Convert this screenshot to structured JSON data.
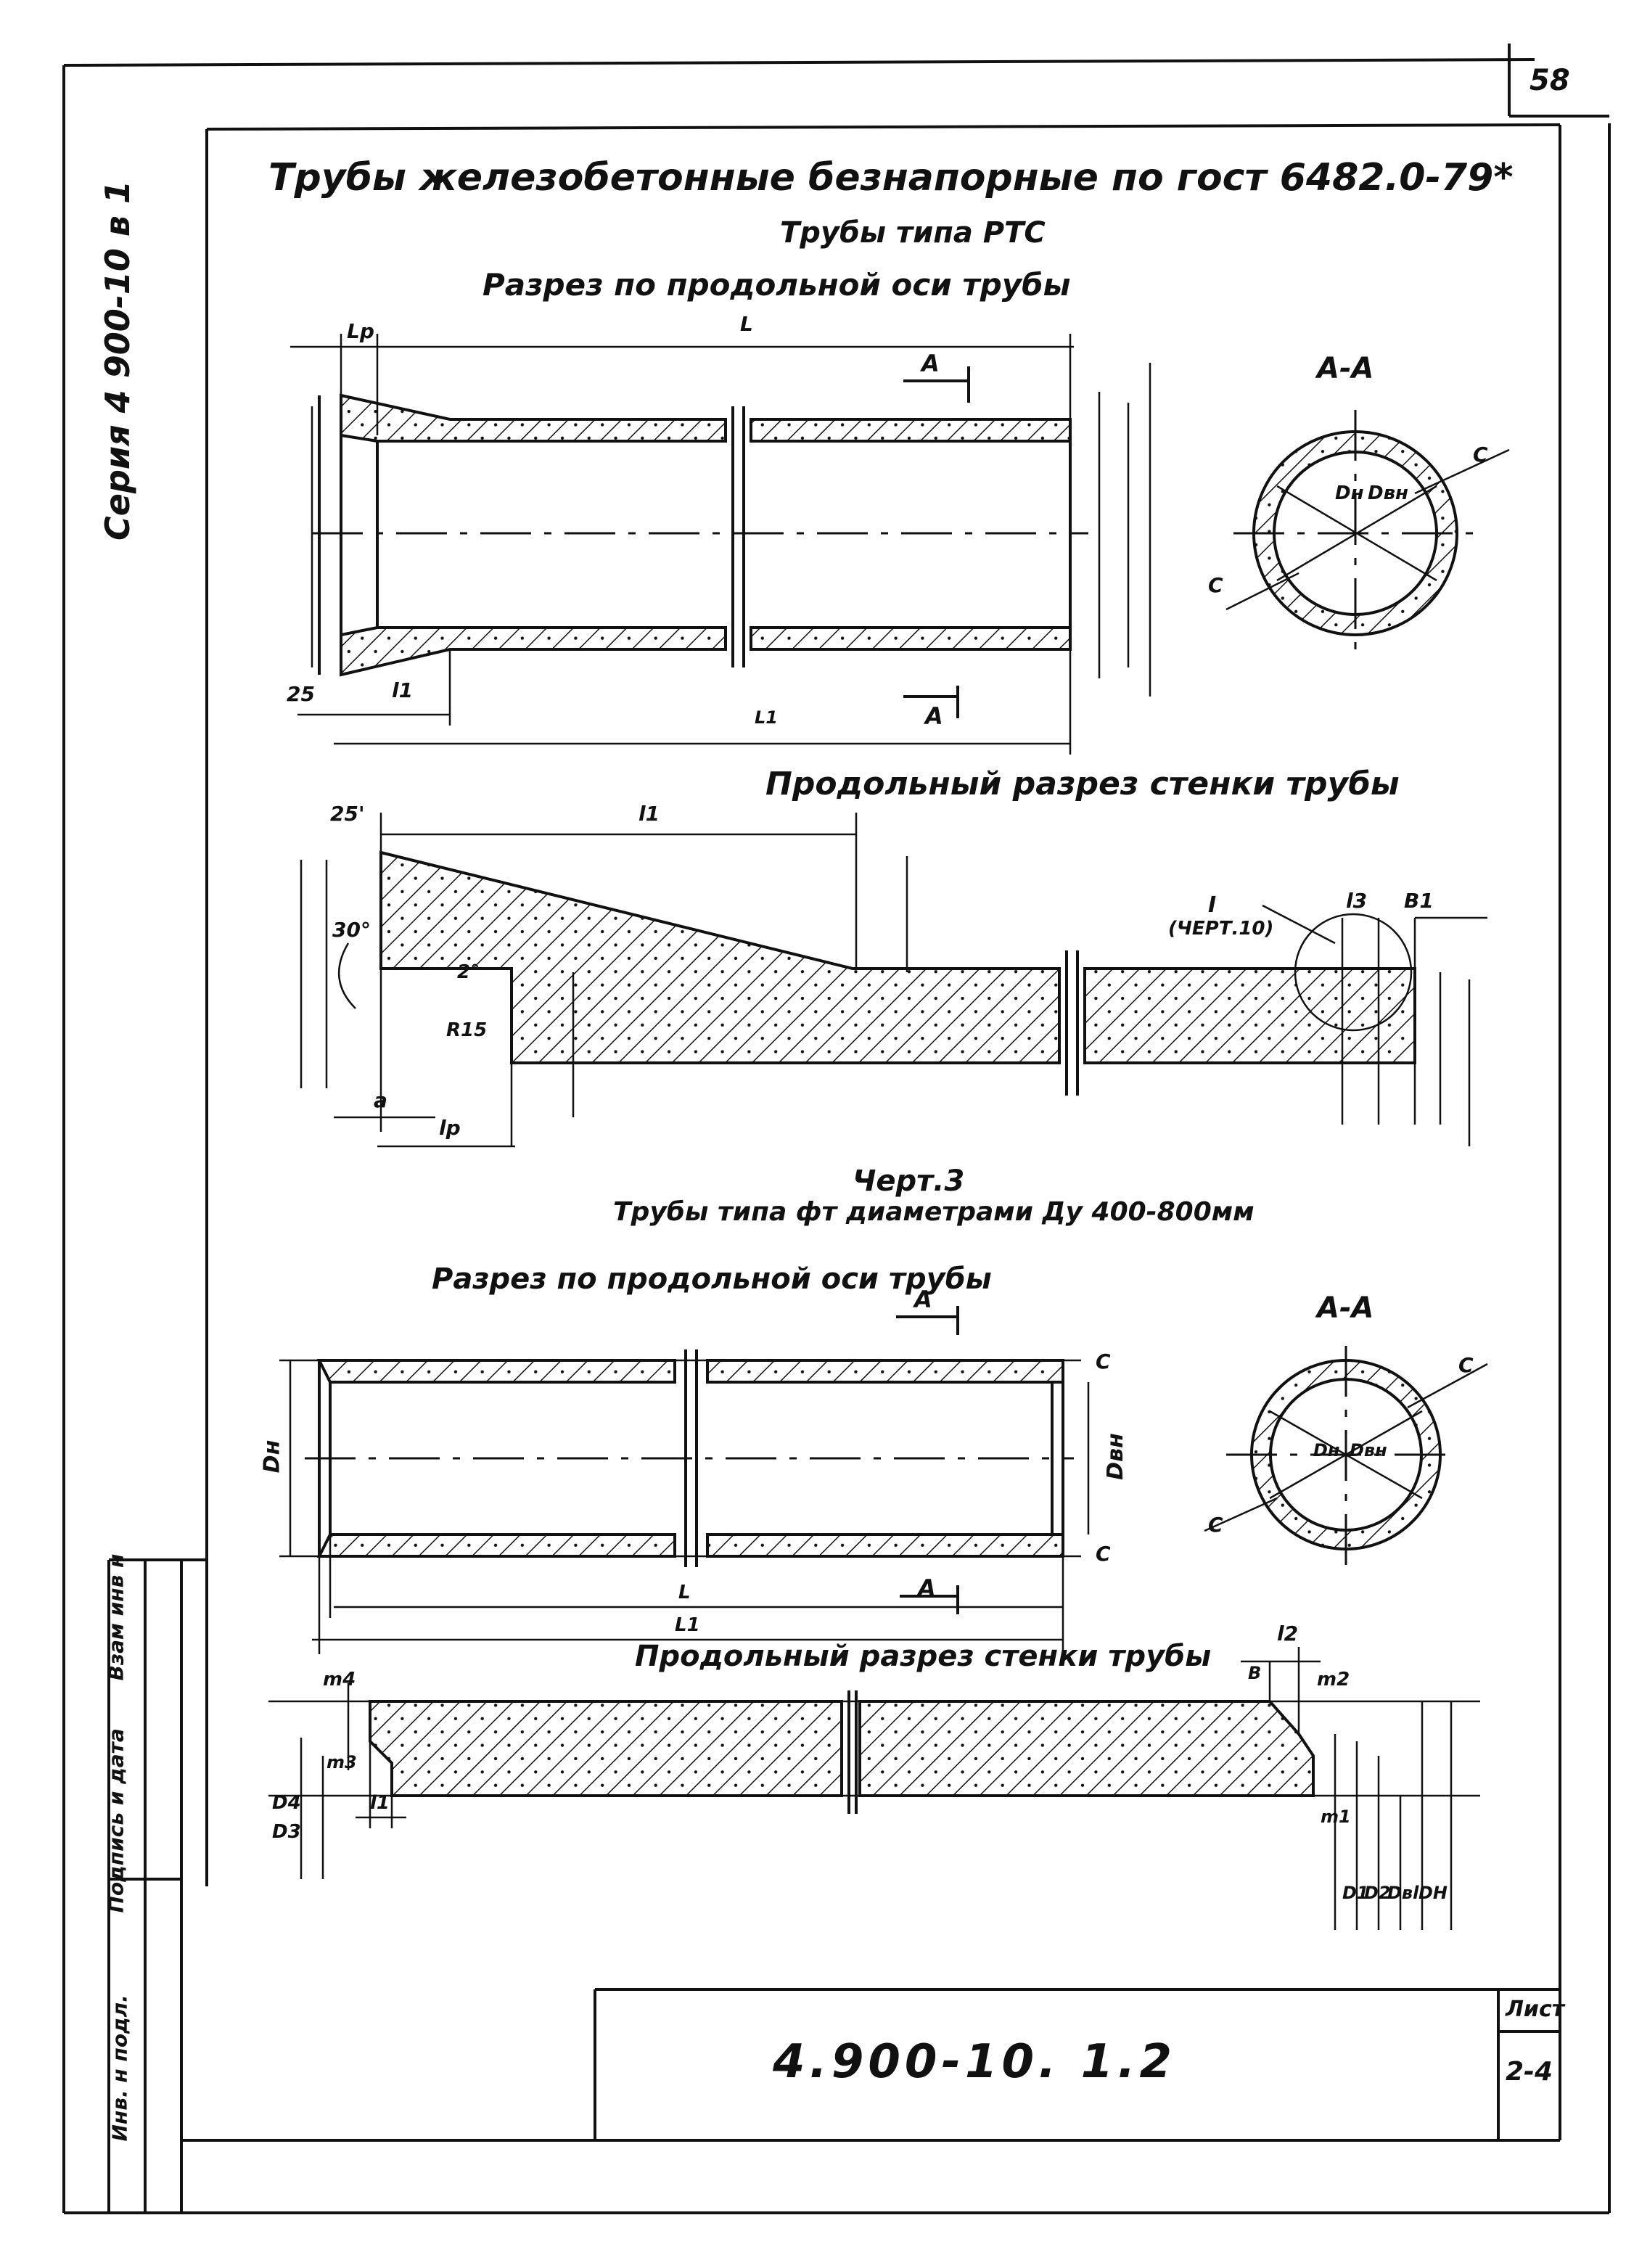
{
  "sheet_corner_number": "58",
  "side_series": "Серия 4 900-10 в 1",
  "title_main": "Трубы железобетонные безнапорные по гост 6482.0-79*",
  "title_type1": "Трубы типа РТС",
  "section_longitudinal_1": "Разрез по продольной оси трубы",
  "section_wall_1": "Продольный разрез стенки трубы",
  "drawing_caption": "Черт.3",
  "title_type2": "Трубы типа фт диаметрами Ду 400-800мм",
  "section_longitudinal_2": "Разрез по продольной оси трубы",
  "section_wall_2": "Продольный разрез стенки трубы",
  "section_AA": "А-А",
  "mark_A": "А",
  "labels": {
    "Lp": "Lp",
    "L": "L",
    "L1": "L1",
    "l1": "l1",
    "d25": "25",
    "d25b": "25'",
    "angle30": "30°",
    "angle2": "2°",
    "R15": "R15",
    "a": "a",
    "lp": "lp",
    "ref": "I",
    "ref_sub": "(ЧЕРТ.10)",
    "l3": "l3",
    "B1": "B1",
    "Dn": "Dн",
    "Dvn": "Dвн",
    "C": "C",
    "l2": "l2",
    "B": "B",
    "m1": "m1",
    "m2": "m2",
    "m3": "m3",
    "m4": "m4",
    "D1": "D1",
    "D2": "D2",
    "D3": "D3",
    "D4": "D4",
    "Dvi": "Dвl",
    "DH": "DH"
  },
  "side_stamp": {
    "col1": "Инв. н подл.",
    "col2": "Подпись и дата",
    "col3": "Взам инв н"
  },
  "title_block": {
    "code": "4.900-10. 1.2",
    "sheet_label": "Лист",
    "sheet_value": "2-4"
  }
}
